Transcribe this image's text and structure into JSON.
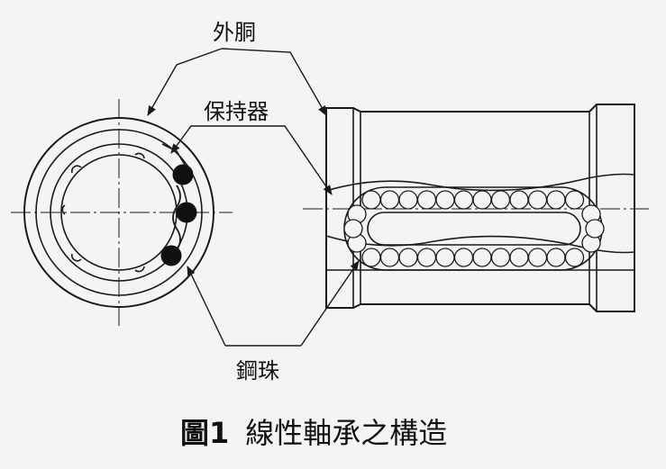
{
  "labels": {
    "outer_sleeve": "外胴",
    "retainer": "保持器",
    "steel_balls": "鋼珠"
  },
  "caption": {
    "figure": "圖1",
    "title": "線性軸承之構造"
  },
  "colors": {
    "line": "#1a1a1a",
    "paper": "#f4f4f4",
    "ball_dark": "#111111"
  }
}
